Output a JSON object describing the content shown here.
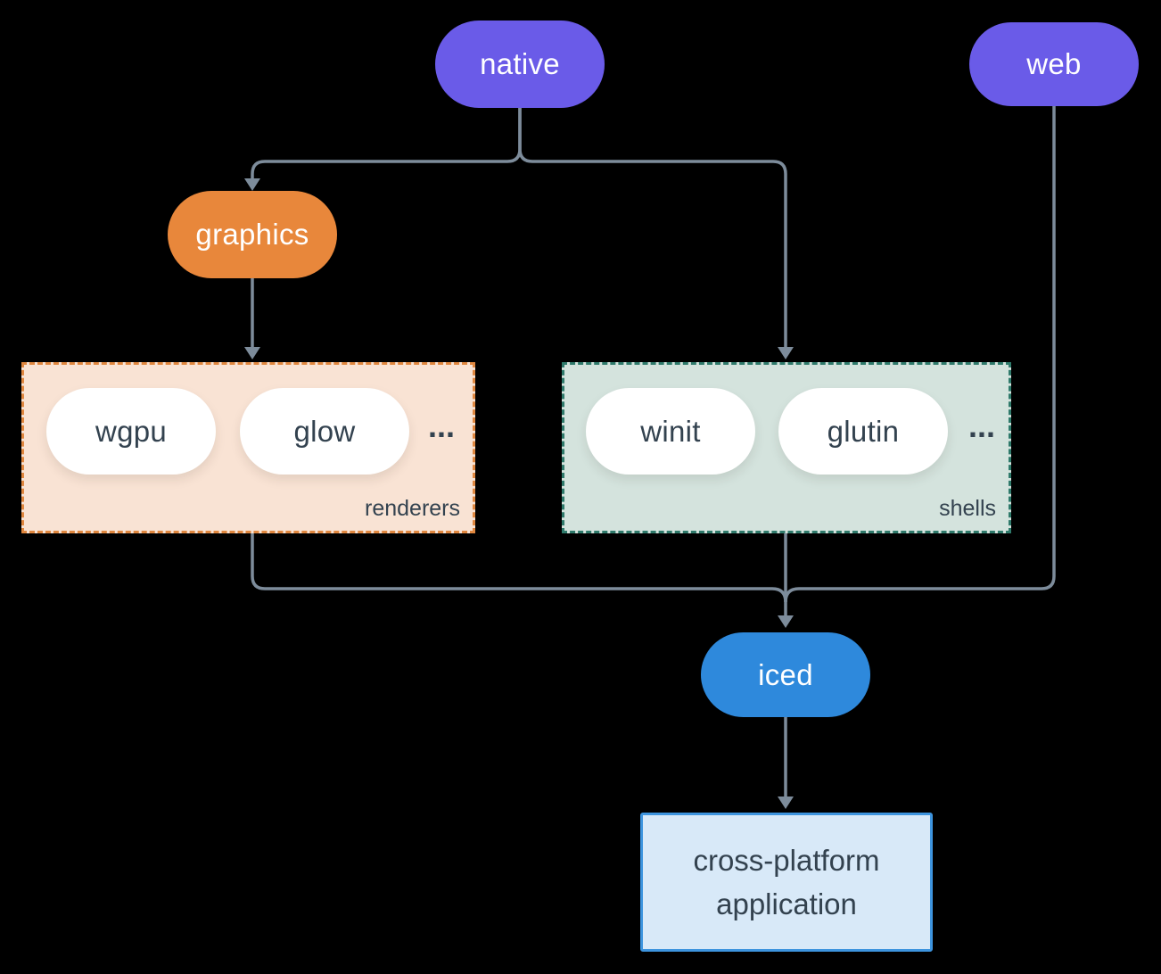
{
  "nodes": {
    "native": "native",
    "web": "web",
    "graphics": "graphics",
    "iced": "iced",
    "app_line1": "cross-platform",
    "app_line2": "application"
  },
  "groups": {
    "renderers": {
      "label": "renderers",
      "items": [
        "wgpu",
        "glow"
      ],
      "ellipsis": "..."
    },
    "shells": {
      "label": "shells",
      "items": [
        "winit",
        "glutin"
      ],
      "ellipsis": "..."
    }
  },
  "colors": {
    "node_purple": "#6A5BE8",
    "node_orange": "#E8873B",
    "node_blue": "#2E89DC",
    "pill_white": "#FFFFFF",
    "renderers_fill": "#F9E3D4",
    "renderers_border": "#E0873F",
    "shells_fill": "#D4E3DD",
    "shells_border": "#2F7A6B",
    "app_fill": "#D8E9F8",
    "app_border": "#3D94DE",
    "edge": "#7D8C9B",
    "text_dark": "#33424F",
    "text_light": "#FFFFFF",
    "background": "#000000"
  }
}
